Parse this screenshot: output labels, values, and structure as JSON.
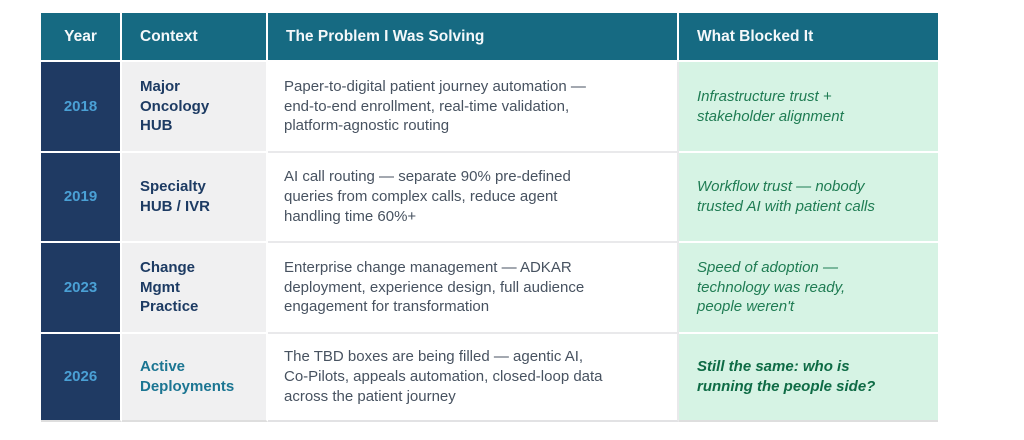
{
  "table": {
    "headers": [
      "Year",
      "Context",
      "The Problem I Was Solving",
      "What Blocked It"
    ],
    "rows": [
      {
        "year": "2018",
        "context": "Major\nOncology\nHUB",
        "problem": "Paper-to-digital patient journey automation —\nend-to-end enrollment, real-time validation,\nplatform-agnostic routing",
        "blocked": "Infrastructure trust +\nstakeholder alignment"
      },
      {
        "year": "2019",
        "context": "Specialty\nHUB / IVR",
        "problem": "AI call routing — separate 90% pre-defined\nqueries from complex calls, reduce agent\nhandling time 60%+",
        "blocked": "Workflow trust — nobody\ntrusted AI with patient calls"
      },
      {
        "year": "2023",
        "context": "Change\nMgmt\nPractice",
        "problem": "Enterprise change management — ADKAR\ndeployment, experience design, full audience\nengagement for transformation",
        "blocked": "Speed of adoption —\ntechnology was ready,\npeople weren't"
      },
      {
        "year": "2026",
        "context": "Active\nDeployments",
        "problem": "The TBD boxes are being filled — agentic AI,\nCo-Pilots, appeals automation, closed-loop data\nacross the patient journey",
        "blocked": "Still the same: who is\nrunning the people side?"
      }
    ]
  },
  "colors": {
    "header_bg": "#166a82",
    "header_text": "#f4f8fa",
    "year_bg": "#1f3a63",
    "year_text": "#4aa0d5",
    "context_bg": "#f0f0f1",
    "context_text": "#1d3b63",
    "context_text_active": "#1b7592",
    "problem_text": "#475260",
    "blocked_bg": "#d6f3e4",
    "blocked_text": "#1f7c53",
    "blocked_text_final": "#0e6b45"
  }
}
